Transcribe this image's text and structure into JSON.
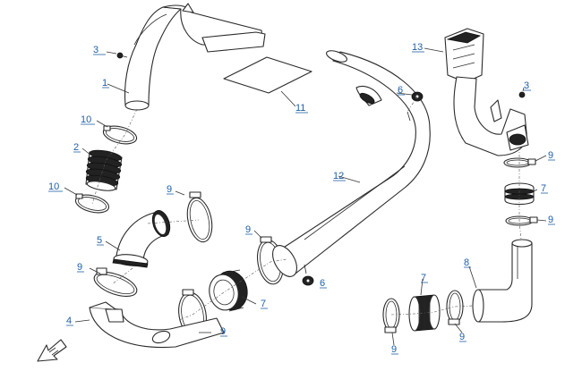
{
  "labels": {
    "c1": "1",
    "c2": "2",
    "c3a": "3",
    "c3b": "3",
    "c4": "4",
    "c5": "5",
    "c6a": "6",
    "c6b": "6",
    "c7a": "7",
    "c7b": "7",
    "c7c": "7",
    "c8": "8",
    "c9a": "9",
    "c9b": "9",
    "c9c": "9",
    "c9d": "9",
    "c9e": "9",
    "c9f": "9",
    "c9g": "9",
    "c9h": "9",
    "c10a": "10",
    "c10b": "10",
    "c11": "11",
    "c12": "12",
    "c13": "13"
  },
  "colors": {
    "callout": "#1f5fa8",
    "line": "#2a2a2a"
  },
  "icons": {
    "direction": "direction-arrow-icon"
  }
}
